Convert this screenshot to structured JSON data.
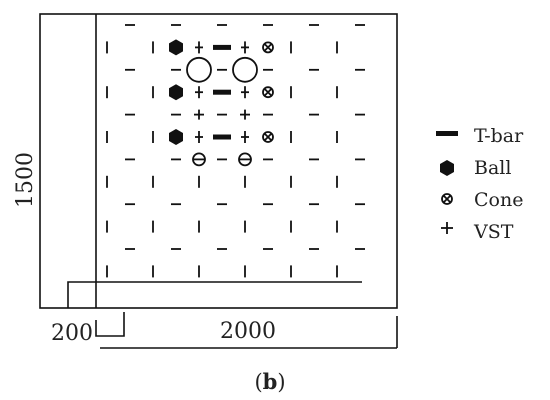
{
  "figure": {
    "panel_label": "b",
    "dimensions": {
      "height": "1500",
      "bay_width": "200",
      "width": "2000"
    },
    "legend": [
      {
        "symbol": "tbar-icon",
        "label": "T-bar"
      },
      {
        "symbol": "ball-icon",
        "label": "Ball"
      },
      {
        "symbol": "cone-icon",
        "label": "Cone"
      },
      {
        "symbol": "vst-icon",
        "label": "VST"
      }
    ],
    "tests": {
      "tbar": [
        [
          1,
          5
        ],
        [
          3,
          5
        ],
        [
          5,
          5
        ]
      ],
      "ball": [
        [
          1,
          3
        ],
        [
          3,
          3
        ],
        [
          5,
          3
        ]
      ],
      "cone": [
        [
          1,
          7
        ],
        [
          3,
          7
        ],
        [
          5,
          7
        ]
      ],
      "vst": [
        [
          4,
          4
        ],
        [
          4,
          6
        ]
      ],
      "large_circle": [
        [
          2,
          4
        ],
        [
          2,
          6
        ]
      ],
      "small_circle": [
        [
          6,
          4
        ],
        [
          6,
          6
        ]
      ]
    }
  }
}
